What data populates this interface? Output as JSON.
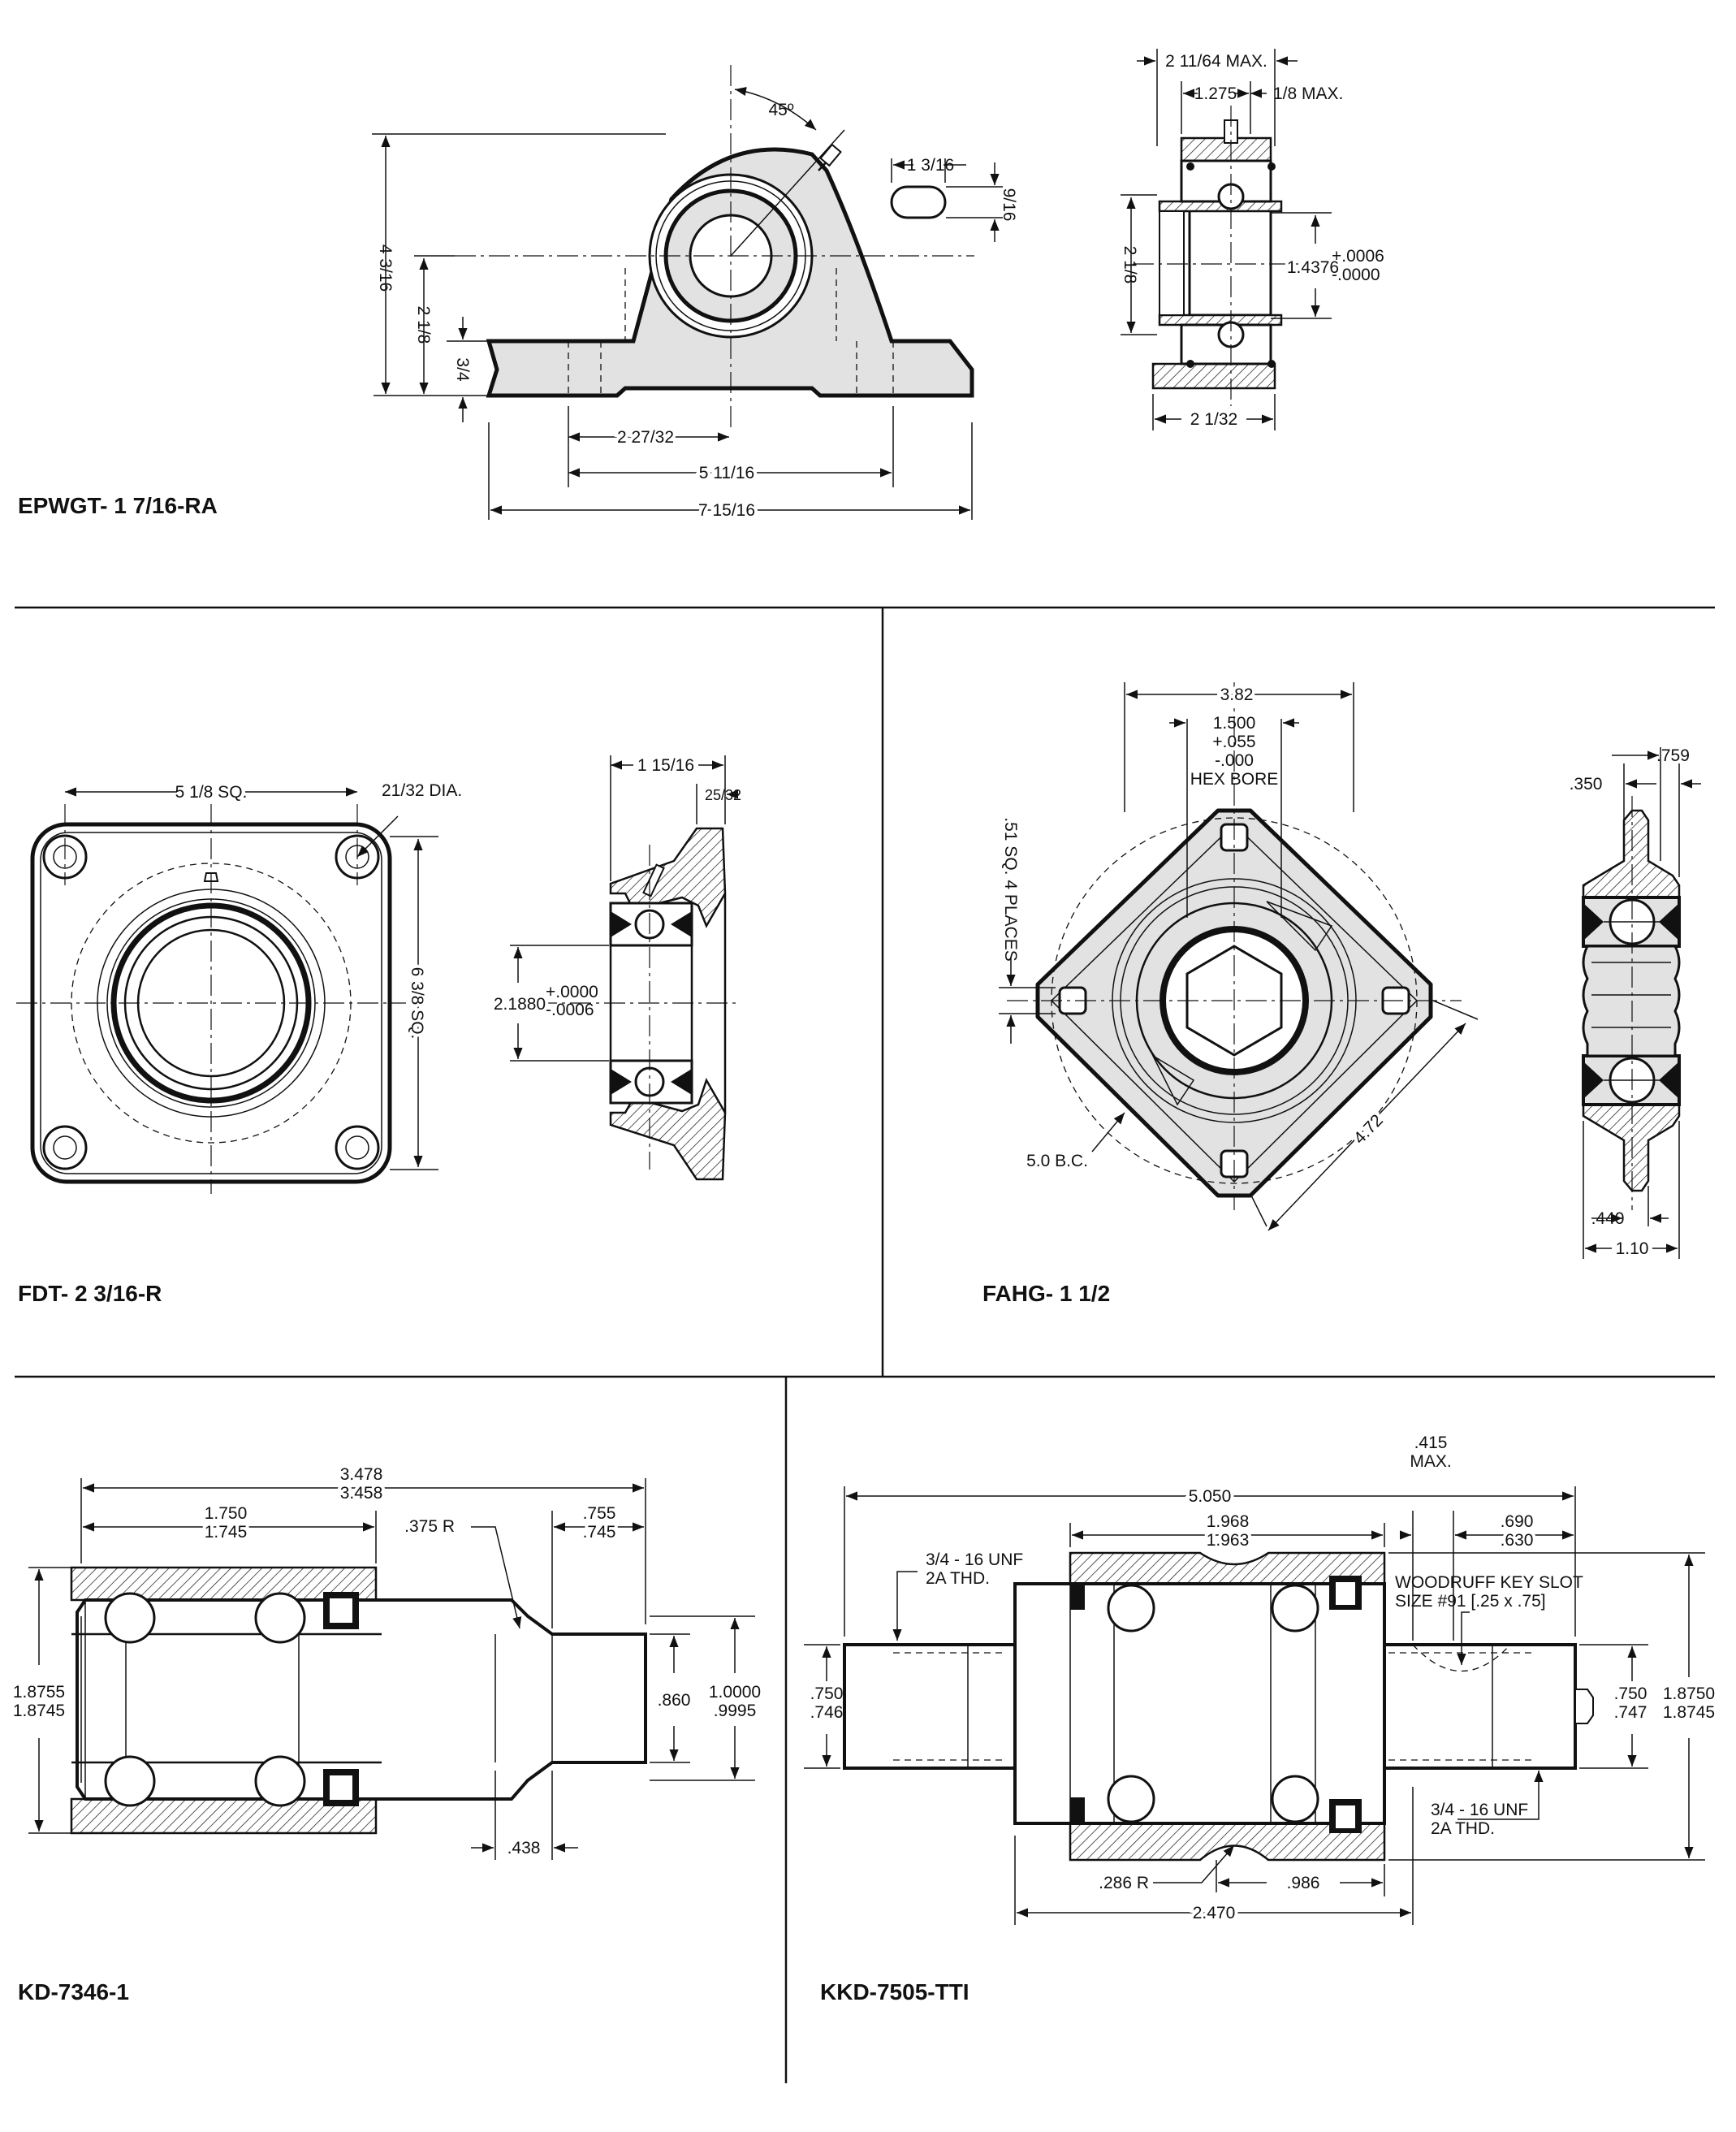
{
  "colors": {
    "ink": "#111111",
    "fill": "#e2e2e2",
    "background": "#ffffff"
  },
  "panels": {
    "epwgt": {
      "title": "EPWGT- 1  7/16-RA",
      "dims": {
        "angle": "45º",
        "slot_len": "1  3/16",
        "slot_w": "9/16",
        "height": "4  3/16",
        "center_h": "2  1/8",
        "base_h": "3/4",
        "half_span": "2  27/32",
        "bolt_span": "5  11/16",
        "length": "7  15/16",
        "max_w": "2  11/64 MAX.",
        "inner_w": "1.275",
        "ext_max": "1/8 MAX.",
        "outer_d": "2  1/8",
        "bore": "1.4376",
        "tol_plus": "+.0006",
        "tol_minus": "-.0000",
        "base_w": "2  1/32"
      }
    },
    "fdt": {
      "title": "FDT- 2  3/16-R",
      "dims": {
        "sq": "5  1/8 SQ.",
        "hole": "21/32 DIA.",
        "outer_sq": "6  3/8 SQ.",
        "width": "1  15/16",
        "flange": "25/32",
        "bore": "2.1880",
        "tol_plus": "+.0000",
        "tol_minus": "-.0006"
      }
    },
    "fahg": {
      "title": "FAHG- 1  1/2",
      "dims": {
        "width": "3.82",
        "hex": "1.500",
        "hex_plus": "+.055",
        "hex_minus": "-.000",
        "hex_label": "HEX BORE",
        "holes": ".51 SQ. 4 PLACES",
        "bc": "5.0 B.C.",
        "diag": "4.72",
        "top": ".759",
        "offset": ".350",
        "foot": ".440",
        "overall": "1.10"
      }
    },
    "kd": {
      "title": "KD-7346-1",
      "dims": {
        "len_max": "3.478",
        "len_min": "3.458",
        "h_max": "1.750",
        "h_min": "1.745",
        "radius": ".375 R",
        "ext_max": ".755",
        "ext_min": ".745",
        "od_max": "1.8755",
        "od_min": "1.8745",
        "neck": ".860",
        "shaft_max": "1.0000",
        "shaft_min": ".9995",
        "groove": ".438"
      }
    },
    "kkd": {
      "title": "KKD-7505-TTI",
      "dims": {
        "key_max": ".415",
        "key_max_label": "MAX.",
        "length": "5.050",
        "h_max": "1.968",
        "h_min": "1.963",
        "ext_max": ".690",
        "ext_min": ".630",
        "thread_a": "3/4 - 16 UNF",
        "thread_a2": "2A THD.",
        "woodruff": "WOODRUFF KEY SLOT",
        "woodruff_size": "SIZE #91 [.25 x .75]",
        "l_max": ".750",
        "l_min": ".746",
        "r_max": ".750",
        "r_min": ".747",
        "od_max": "1.8750",
        "od_min": "1.8745",
        "thread_b": "3/4 - 16 UNF",
        "thread_b2": "2A THD.",
        "radius": ".286 R",
        "offset": ".986",
        "span": "2.470"
      }
    }
  }
}
